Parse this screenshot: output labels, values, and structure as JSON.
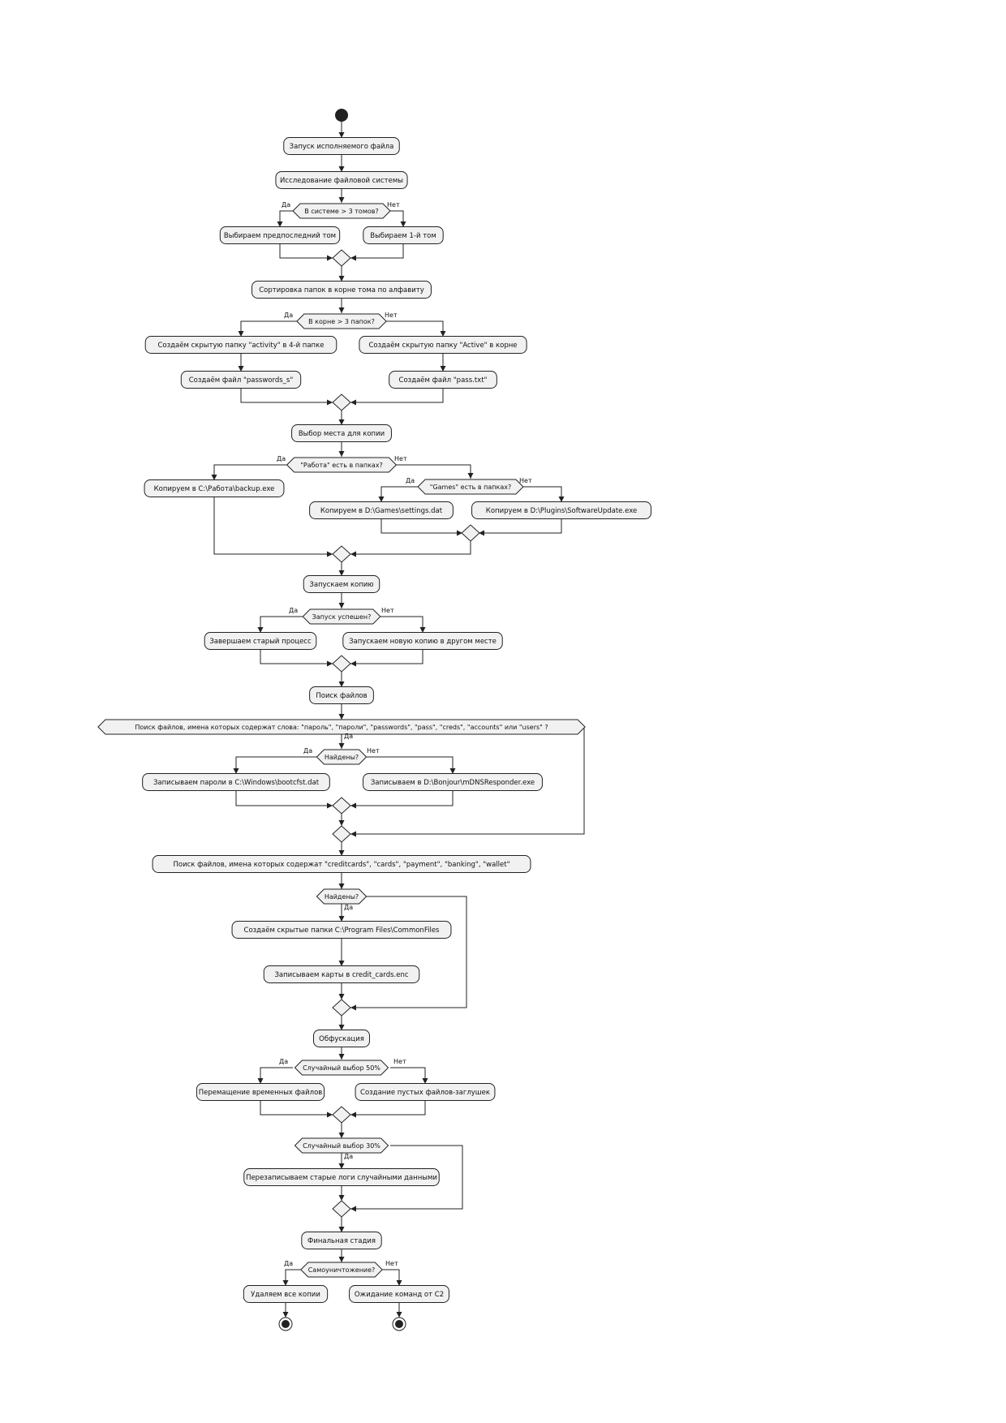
{
  "actions": {
    "launch": "Запуск исполняемого файла",
    "explore": "Исследование файловой системы",
    "pick_penultimate": "Выбираем предпоследний том",
    "pick_first": "Выбираем 1-й том",
    "sort_folders": "Сортировка папок в корне тома по алфавиту",
    "hidden_activity": "Создаём скрытую папку \"activity\" в 4-й папке",
    "hidden_active": "Создаём скрытую папку \"Active\" в корне",
    "file_passwords": "Создаём файл \"passwords_s\"",
    "file_pass": "Создаём файл \"pass.txt\"",
    "copy_place": "Выбор места для копии",
    "copy_backup": "Копируем в C:\\Работа\\backup.exe",
    "copy_games": "Копируем в D:\\Games\\settings.dat",
    "copy_plugins": "Копируем в  D:\\Plugins\\SoftwareUpdate.exe",
    "run_copy": "Запускаем копию",
    "end_old": "Завершаем старый процесс",
    "run_new_copy": "Запускаем новую копию в другом месте",
    "search_files": "Поиск файлов",
    "write_boot": "Записываем пароли в C:\\Windows\\bootcfst.dat",
    "write_bonjour": "Записываем в D:\\Bonjour\\mDNSResponder.exe",
    "search_cards": "Поиск файлов, имена которых содержат \"creditcards\", \"cards\", \"payment\", \"banking\", \"wallet\"",
    "hidden_program": "Создаём скрытые папки  C:\\Program Files\\CommonFiles",
    "write_cards": "Записываем карты в credit_cards.enc",
    "obfuscation": "Обфускация",
    "move_temp": "Перемащение временных файлов",
    "empty_files": "Создание пустых файлов-заглушек",
    "overwrite_logs": "Перезаписываем старые логи случайными данными",
    "final_stage": "Финальная стадия",
    "delete_copies": "Удаляем все копии",
    "wait_c2": "Ожидание команд от C2"
  },
  "decisions": {
    "volumes": "В системе > 3 томов?",
    "folders": "В корне > 3 папок?",
    "work_folder": "\"Работа\" есть в папках?",
    "games_folder": "\"Games\" есть в папках?",
    "launch_ok": "Запуск успешен?",
    "password_words": "Поиск файлов, имена которых содержат слова: \"пароль\", \"пароли\", \"passwords\", \"pass\", \"creds\", \"accounts\" или \"users\" ?",
    "found1": "Найдены?",
    "found2": "Найдены?",
    "random50": "Случайный выбор 50%",
    "random30": "Случайный выбор 30%",
    "self_destruct": "Самоуничтожение?"
  },
  "labels": {
    "yes": "Да",
    "no": "Нет"
  }
}
